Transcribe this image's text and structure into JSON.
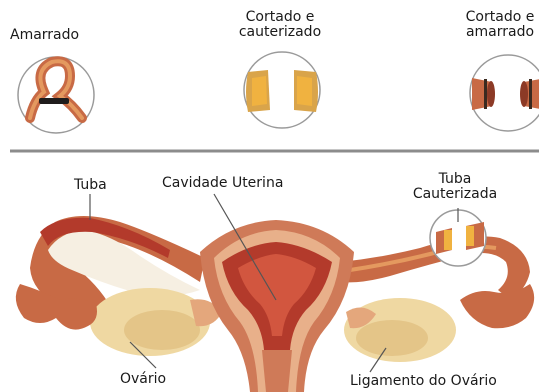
{
  "methods": [
    {
      "line1": "Amarrado",
      "line2": ""
    },
    {
      "line1": "Cortado e",
      "line2": "cauterizado"
    },
    {
      "line1": "Cortado e",
      "line2": "amarrado"
    }
  ],
  "anatomy": {
    "tube": "Tuba",
    "uterine_cavity": "Cavidade Uterina",
    "cauterized_tube_line1": "Tuba",
    "cauterized_tube_line2": "Cauterizada",
    "ovary": "Ovário",
    "ovarian_ligament": "Ligamento do Ovário"
  },
  "colors": {
    "tube_outer": "#c86a45",
    "tube_inner": "#e4995f",
    "uterus_outer": "#cf7a58",
    "uterus_mid": "#e8b08a",
    "cavity": "#b33a2b",
    "cavity_light": "#d2563f",
    "ovary": "#efd8a2",
    "ovary_shade": "#d9b26e",
    "ligament": "#e4a77c",
    "ring_band": "#1f1c1c",
    "cut_ends": "#f0b240",
    "divider": "#8c8c8c",
    "leader": "#555555"
  }
}
